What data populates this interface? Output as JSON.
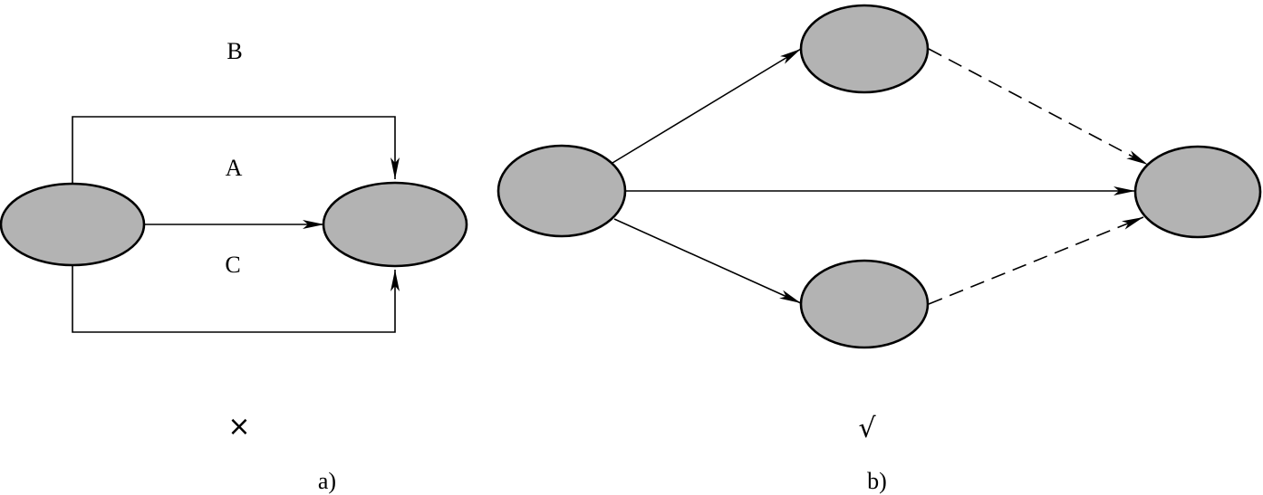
{
  "colors": {
    "node_fill": "#b3b3b3",
    "stroke": "#000000"
  },
  "panel_a": {
    "label_b": "B",
    "label_a": "A",
    "label_c": "C",
    "verdict": "×",
    "caption": "a)"
  },
  "panel_b": {
    "verdict": "√",
    "caption": "b)"
  }
}
